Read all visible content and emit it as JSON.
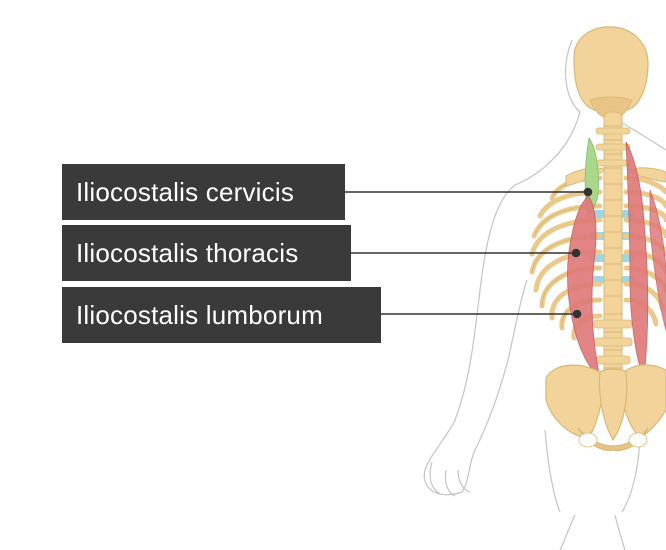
{
  "labels": [
    {
      "id": "iliocostalis-cervicis",
      "text": "Iliocostalis cervicis"
    },
    {
      "id": "iliocostalis-thoracis",
      "text": "Iliocostalis thoracis"
    },
    {
      "id": "iliocostalis-lumborum",
      "text": "Iliocostalis lumborum"
    }
  ],
  "colors": {
    "label_background": "#3a3a3a",
    "label_text": "#ffffff",
    "leader_line": "#333333",
    "bone": "#f2d49b",
    "bone_outline": "#d9b874",
    "muscle_cervicis": "#a8d88a",
    "muscle_thoracis_lumborum": "#e07a7a",
    "intercostal": "#8fd0dc",
    "body_outline": "#bdbdbd"
  }
}
